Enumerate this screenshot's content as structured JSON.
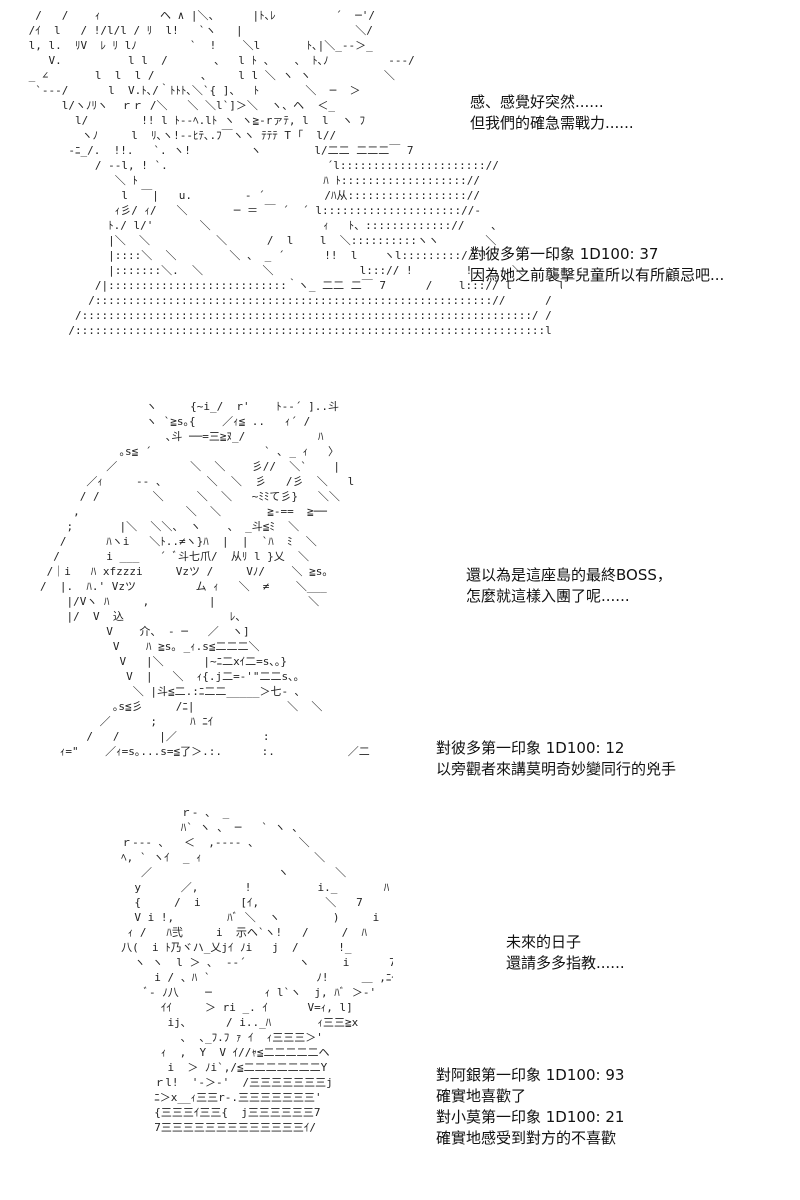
{
  "panels": [
    {
      "dialog": [
        "感、感覺好突然......",
        "但我們的確急需戰力......"
      ],
      "roll": [
        "對彼多第一印象 1D100: 37",
        "因為她之前襲擊兒童所以有所顧忌吧..."
      ]
    },
    {
      "dialog": [
        "還以為是這座島的最終BOSS，",
        "怎麼就這樣入團了呢......"
      ],
      "roll": [
        "對彼多第一印象 1D100: 12",
        "以旁觀者來講莫明奇妙變同行的兇手"
      ]
    },
    {
      "dialog": [
        "未來的日子",
        "還請多多指教......"
      ],
      "roll": [
        "對阿銀第一印象 1D100: 93",
        "確實地喜歡了",
        "對小莫第一印象 1D100: 21",
        "確實地感受到對方的不喜歡"
      ]
    }
  ]
}
